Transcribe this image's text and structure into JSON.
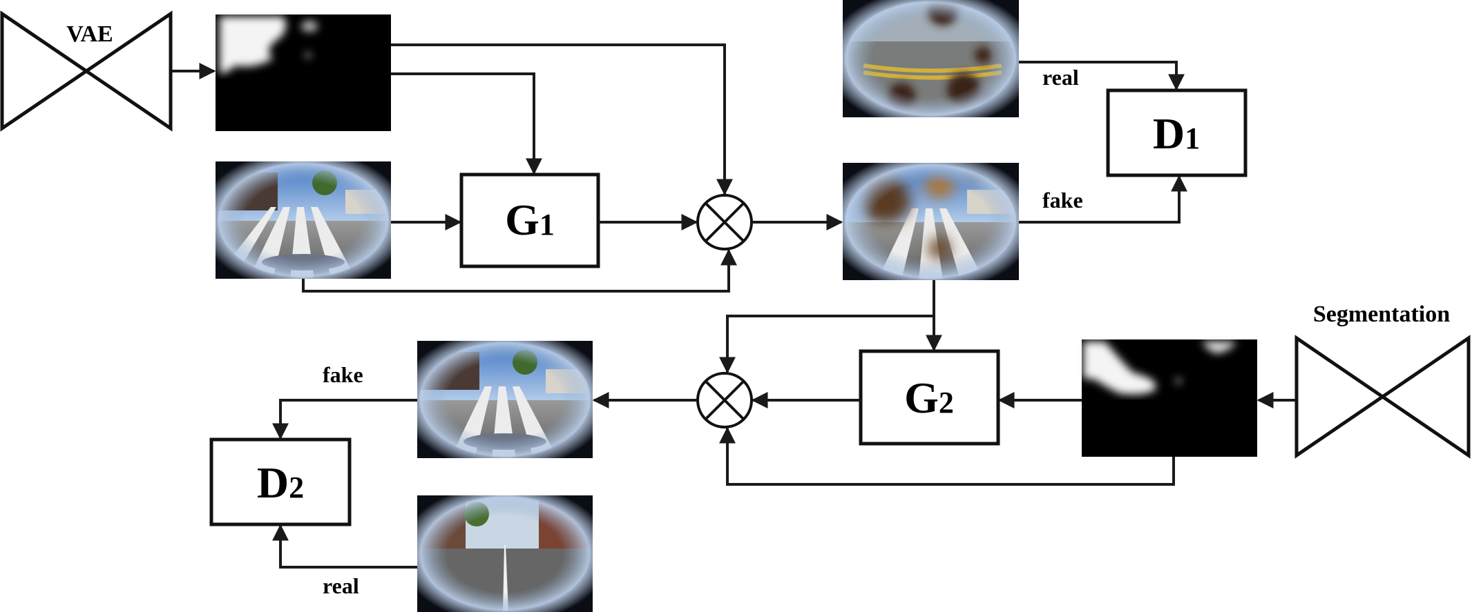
{
  "labels": {
    "vae": "VAE",
    "segmentation": "Segmentation",
    "g1": "G1",
    "g2": "G2",
    "d1": "D1",
    "d2": "D2",
    "real_top": "real",
    "fake_top": "fake",
    "fake_bottom": "fake",
    "real_bottom": "real"
  },
  "colors": {
    "line": "#1a1a1a",
    "mask_black": "#000000",
    "mask_white": "#f4f4f4",
    "sky": "#6d9ed8",
    "road": "#8a8a8a",
    "vignette": "#b9cce6",
    "dirt": "#4a2a16"
  }
}
